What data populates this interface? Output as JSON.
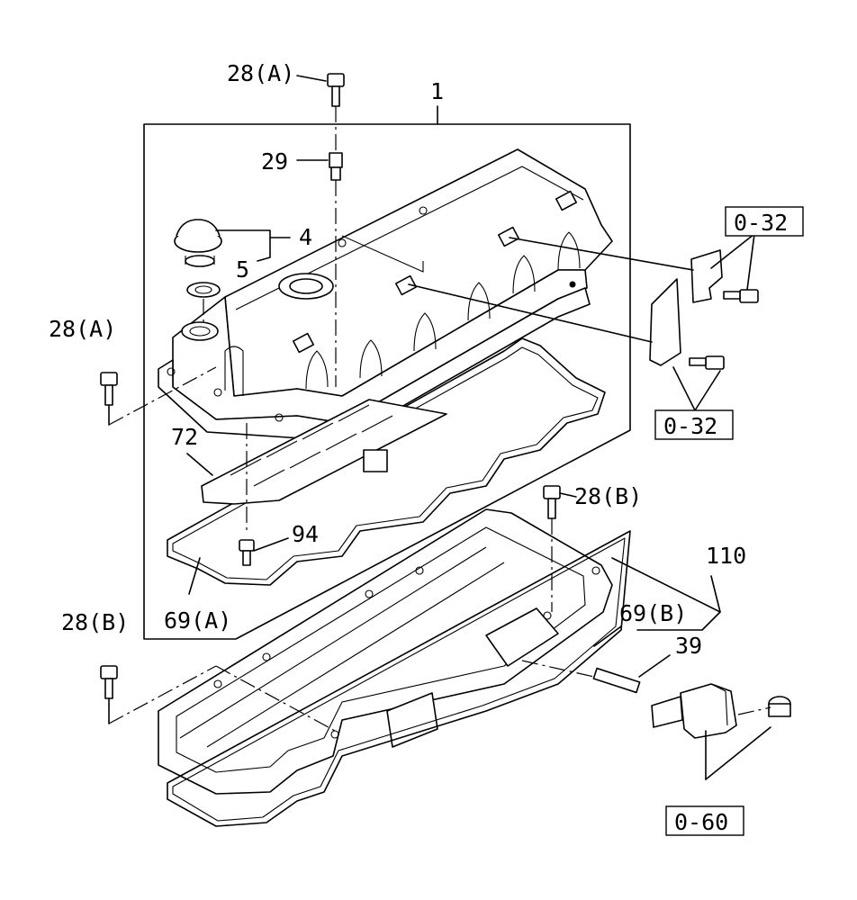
{
  "labels": {
    "l_28a_top": "28(A)",
    "l_1": "1",
    "l_29": "29",
    "l_4": "4",
    "l_5": "5",
    "l_28a_left": "28(A)",
    "l_72": "72",
    "l_94": "94",
    "l_69a": "69(A)",
    "l_28b_right": "28(B)",
    "l_110": "110",
    "l_69b": "69(B)",
    "l_28b_left": "28(B)",
    "l_39": "39"
  },
  "refs": {
    "r_032_top": "0-32",
    "r_032_bottom": "0-32",
    "r_060": "0-60"
  }
}
